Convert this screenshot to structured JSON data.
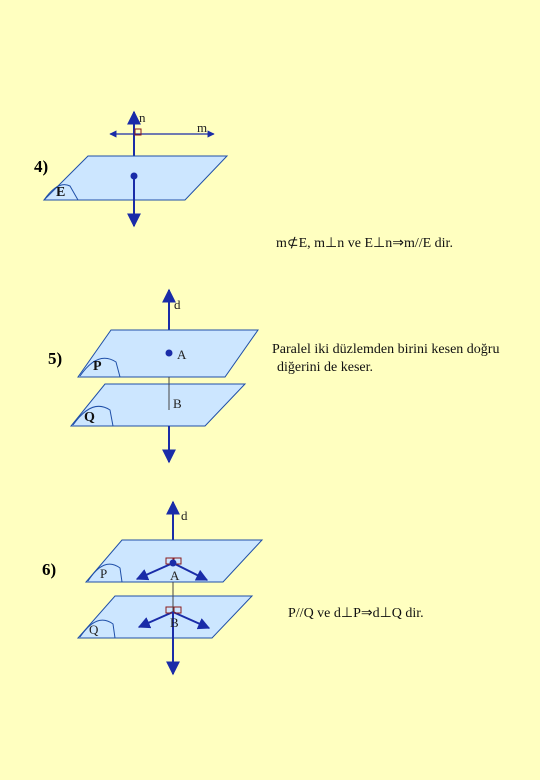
{
  "figure4": {
    "number": "4)",
    "plane_label": "E",
    "line_n": "n",
    "line_m": "m",
    "statement": "m⊄E, m⊥n ve E⊥n⇒m//E dir."
  },
  "figure5": {
    "number": "5)",
    "line_d": "d",
    "plane_p": "P",
    "plane_q": "Q",
    "point_a": "A",
    "point_b": "B",
    "statement_line1": "Paralel iki düzlemden birini kesen doğru",
    "statement_line2": "diğerini de keser."
  },
  "figure6": {
    "number": "6)",
    "line_d": "d",
    "plane_p": "P",
    "plane_q": "Q",
    "point_a": "A",
    "point_b": "B",
    "statement": "P//Q ve d⊥P⇒d⊥Q dir."
  },
  "colors": {
    "background": "#ffffc0",
    "plane_fill": "#cce6ff",
    "line": "#1a2ca8"
  }
}
